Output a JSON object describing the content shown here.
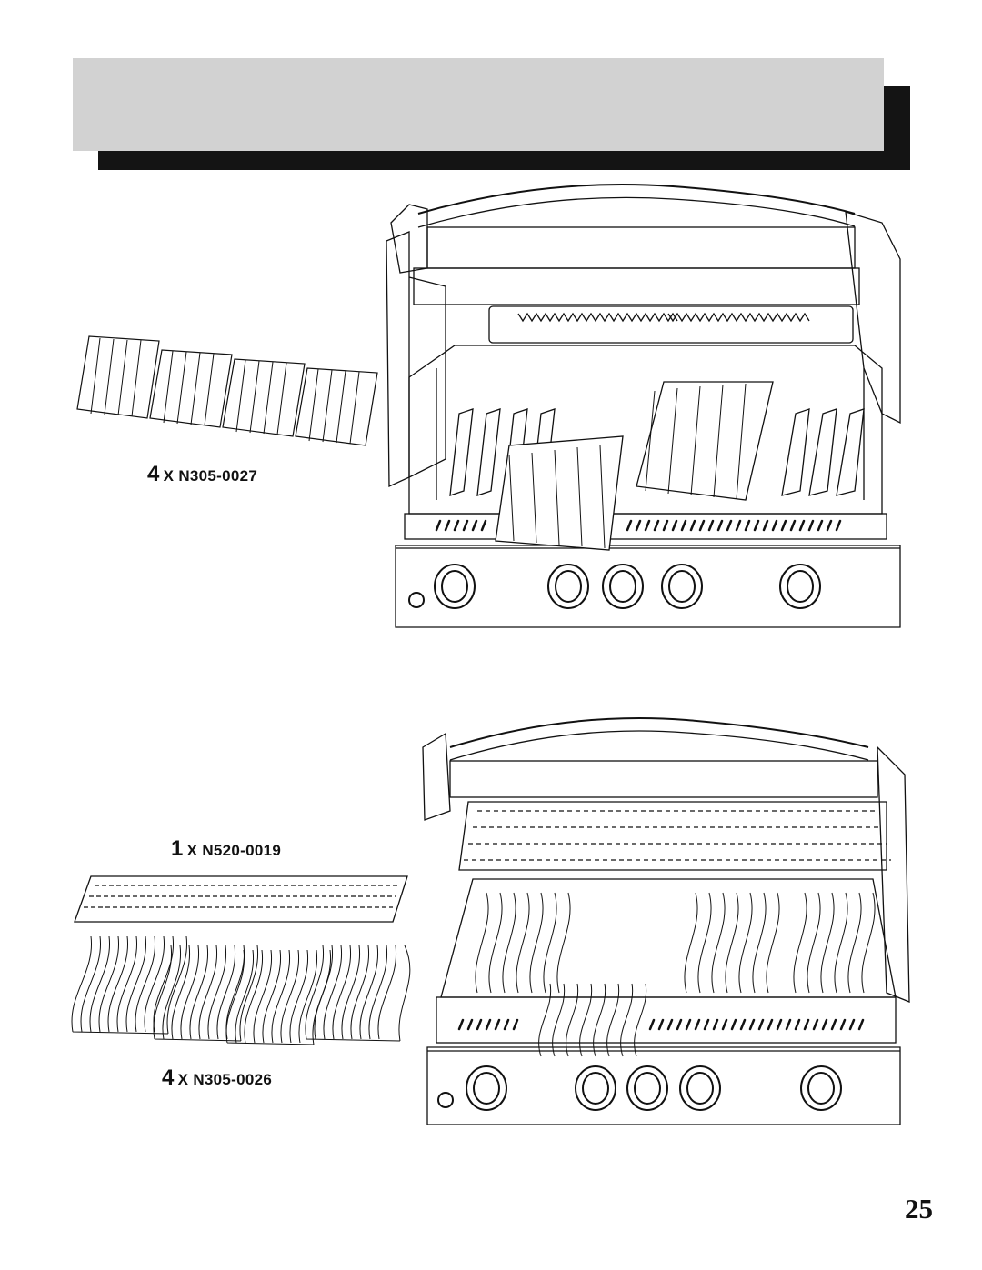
{
  "banner": {
    "text": ""
  },
  "figures": {
    "top": {
      "label_qty": "4",
      "label_part": "X N305-0027"
    },
    "bottom": {
      "label_plate_qty": "1",
      "label_plate_part": "X N520-0019",
      "label_grill_qty": "4",
      "label_grill_part": "X N305-0026"
    }
  },
  "page_number": "25"
}
